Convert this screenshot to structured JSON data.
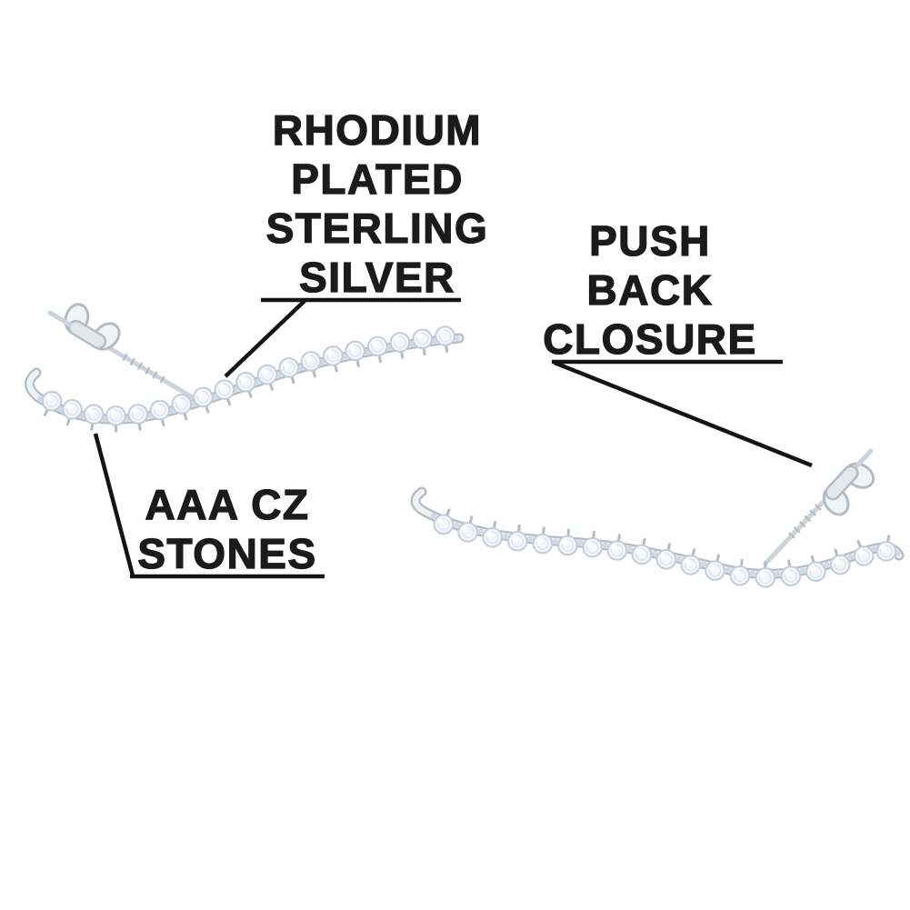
{
  "page": {
    "background": "#ffffff"
  },
  "labels": {
    "material": {
      "text": "RHODIUM PLATED STERLING SILVER",
      "lines": [
        "RHODIUM",
        "PLATED",
        "STERLING",
        "SILVER"
      ]
    },
    "closure": {
      "text": "PUSH BACK CLOSURE",
      "lines": [
        "PUSH",
        "BACK",
        "CLOSURE"
      ]
    },
    "stones": {
      "text": "AAA CZ STONES",
      "lines": [
        "AAA CZ",
        "STONES"
      ]
    }
  },
  "style": {
    "label_color": "#1b1b1b",
    "leader_color": "#141414",
    "background": "#ffffff"
  },
  "art": {
    "metal_light": "#eef1f5",
    "metal_mid": "#d3d9e0",
    "metal_dark": "#b3bbc5",
    "post_color": "#cdd3db",
    "stone_fill": "#f3f7fd",
    "stone_edge": "#c2ccda",
    "stone_inner": "#dae4f0",
    "sparkle": "#ffffff",
    "stone_count": 19
  }
}
